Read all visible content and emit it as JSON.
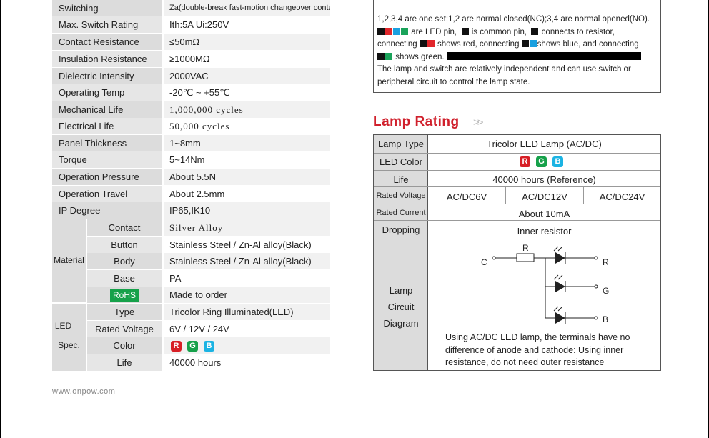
{
  "spec_table": {
    "rows": [
      {
        "label": "Switching",
        "value": "Za(double-break fast-motion changeover contact)"
      },
      {
        "label": "Max. Switch Rating",
        "value": "Ith:5A  Ui:250V"
      },
      {
        "label": "Contact Resistance",
        "value": "≤50mΩ"
      },
      {
        "label": "Insulation Resistance",
        "value": "≥1000MΩ"
      },
      {
        "label": "Dielectric Intensity",
        "value": "2000VAC"
      },
      {
        "label": "Operating Temp",
        "value": "-20℃ ~ +55℃"
      },
      {
        "label": "Mechanical Life",
        "value": "1,000,000 cycles"
      },
      {
        "label": "Electrical Life",
        "value": "50,000 cycles"
      },
      {
        "label": "Panel Thickness",
        "value": "1~8mm"
      },
      {
        "label": "Torque",
        "value": "5~14Nm"
      },
      {
        "label": "Operation Pressure",
        "value": "About 5.5N"
      },
      {
        "label": "Operation Travel",
        "value": "About 2.5mm"
      },
      {
        "label": "IP Degree",
        "value": "IP65,IK10"
      }
    ],
    "material": {
      "group_label": "Material",
      "rows": [
        {
          "label": "Contact",
          "value": "Silver Alloy"
        },
        {
          "label": "Button",
          "value": "Stainless Steel / Zn-Al alloy(Black)"
        },
        {
          "label": "Body",
          "value": "Stainless Steel / Zn-Al alloy(Black)"
        },
        {
          "label": "Base",
          "value": "PA"
        },
        {
          "label": "RoHS",
          "value": "Made to order"
        }
      ]
    },
    "led_spec": {
      "group_label_1": "LED",
      "group_label_2": "Spec.",
      "rows": [
        {
          "label": "Type",
          "value": "Tricolor Ring Illuminated(LED)"
        },
        {
          "label": "Rated Voltage",
          "value": "6V / 12V / 24V"
        },
        {
          "label": "Color",
          "value": ""
        },
        {
          "label": "Life",
          "value": "40000 hours"
        }
      ],
      "color_letters": [
        "R",
        "G",
        "B"
      ]
    }
  },
  "footer": {
    "url": "www.onpow.com"
  },
  "note": {
    "line1": "1,2,3,4 are one set;1,2 are normal closed(NC);3,4 are normal opened(NO).",
    "line2_a": "are LED pin,",
    "line2_b": "is common pin,",
    "line2_c": "connects to resistor,",
    "line3_a": "connecting",
    "line3_b": "shows red, connecting",
    "line3_c": "shows blue, and connecting",
    "line4_a": "shows green.",
    "line5": "The lamp and switch are relatively independent and can use switch or",
    "line6": "peripheral circuit to control the lamp state."
  },
  "lamp_rating": {
    "title": "Lamp Rating",
    "arrow": ">>",
    "rows": {
      "lamp_type_label": "Lamp Type",
      "lamp_type_value": "Tricolor LED Lamp (AC/DC)",
      "led_color_label": "LED Color",
      "life_label": "Life",
      "life_value": "40000 hours (Reference)",
      "rated_voltage_label": "Rated Voltage",
      "rated_voltage_values": [
        "AC/DC6V",
        "AC/DC12V",
        "AC/DC24V"
      ],
      "rated_current_label": "Rated Current",
      "rated_current_value": "About 10mA",
      "dropping_label": "Dropping",
      "dropping_value": "Inner resistor",
      "circuit_label_1": "Lamp",
      "circuit_label_2": "Circuit",
      "circuit_label_3": "Diagram",
      "circuit_desc": "Using AC/DC LED lamp, the terminals have no difference of anode and cathode: Using inner resistance, do not need outer resistance"
    },
    "circuit": {
      "c": "C",
      "r_label": "R",
      "out_r": "R",
      "out_g": "G",
      "out_b": "B"
    }
  },
  "colors": {
    "red": "#d71f26",
    "green": "#16a14a",
    "blue": "#1bb3e3",
    "title_red": "#d0202c"
  }
}
